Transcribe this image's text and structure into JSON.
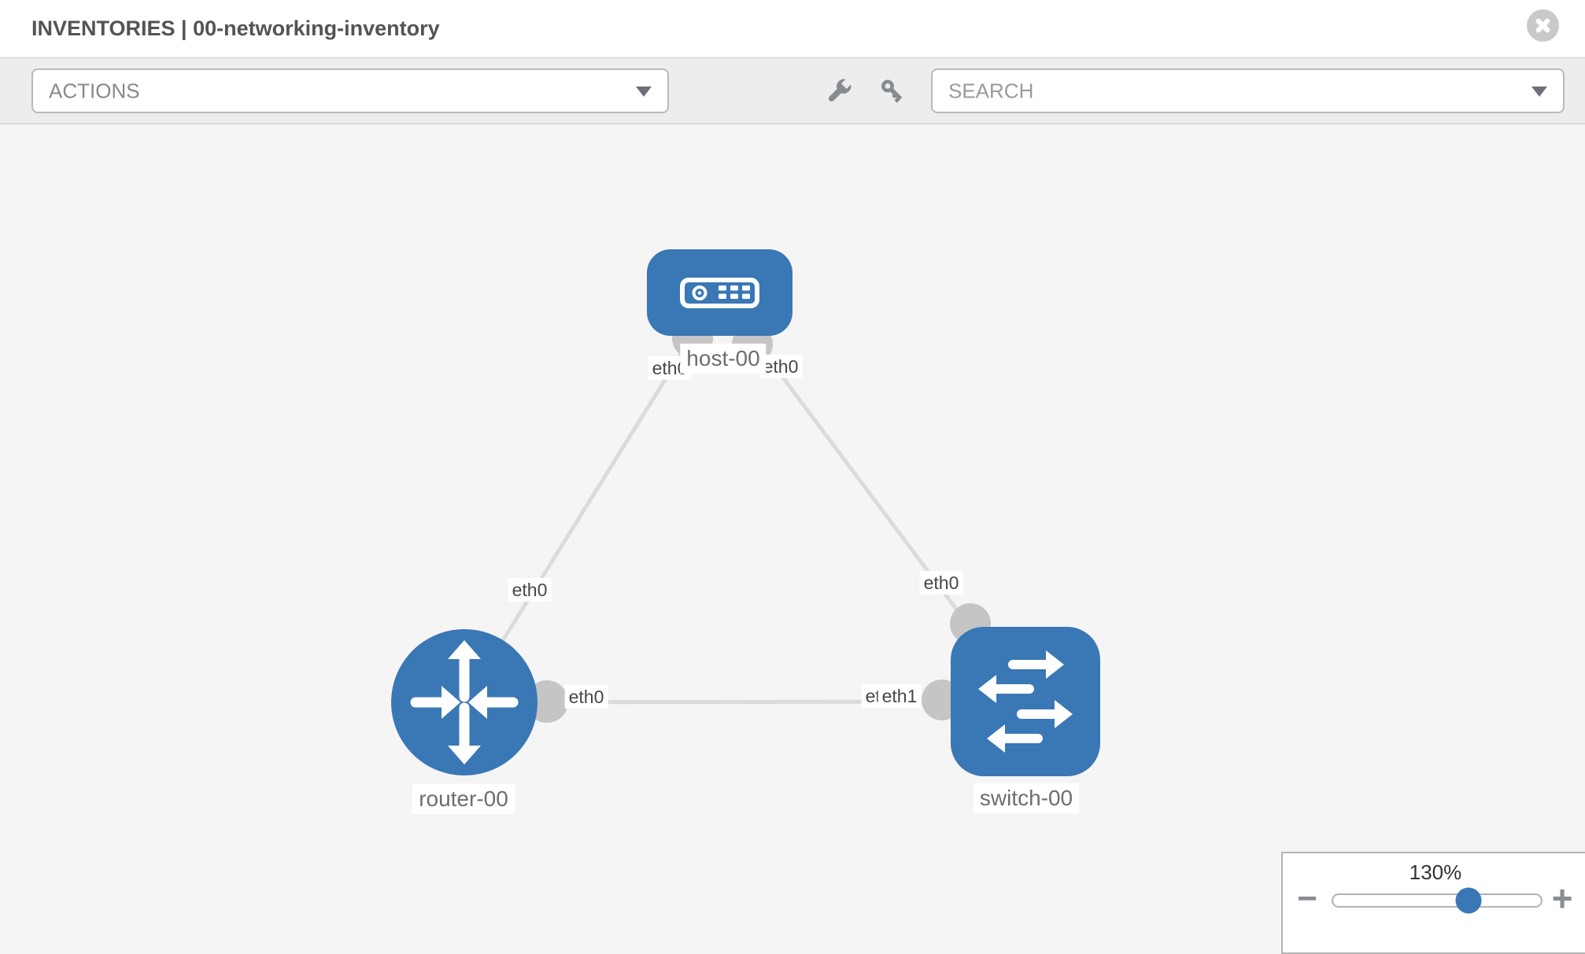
{
  "header": {
    "title": "INVENTORIES | 00-networking-inventory"
  },
  "toolbar": {
    "actions_label": "ACTIONS",
    "search_label": "SEARCH"
  },
  "icons": {
    "close": "circle-x",
    "wrench": "wrench",
    "key": "key",
    "dropdown": "chevron-down"
  },
  "topology": {
    "nodes": [
      {
        "name": "host-00",
        "type": "host"
      },
      {
        "name": "router-00",
        "type": "router"
      },
      {
        "name": "switch-00",
        "type": "switch"
      }
    ],
    "links": [
      {
        "source": "host-00",
        "source_port": "eth0",
        "target": "router-00",
        "target_port": "eth0"
      },
      {
        "source": "host-00",
        "source_port": "eth0",
        "target": "switch-00",
        "target_port": "eth0"
      },
      {
        "source": "router-00",
        "source_port": "eth0",
        "target": "switch-00",
        "target_port": "eth1"
      }
    ],
    "interface_labels": [
      "eth0",
      "eth0",
      "eth0",
      "eth0",
      "eth0",
      "eth0",
      "eth1"
    ]
  },
  "zoom_control": {
    "level": "130%",
    "minus_symbol": "−",
    "plus_symbol": "+"
  },
  "colors": {
    "node_fill": "#3a77b5",
    "link": "#dbdbdb",
    "port": "#c5c5c5",
    "toolbar_bg": "#ededed",
    "canvas_bg": "#f5f5f5",
    "slider_handle": "#3a77b5"
  }
}
